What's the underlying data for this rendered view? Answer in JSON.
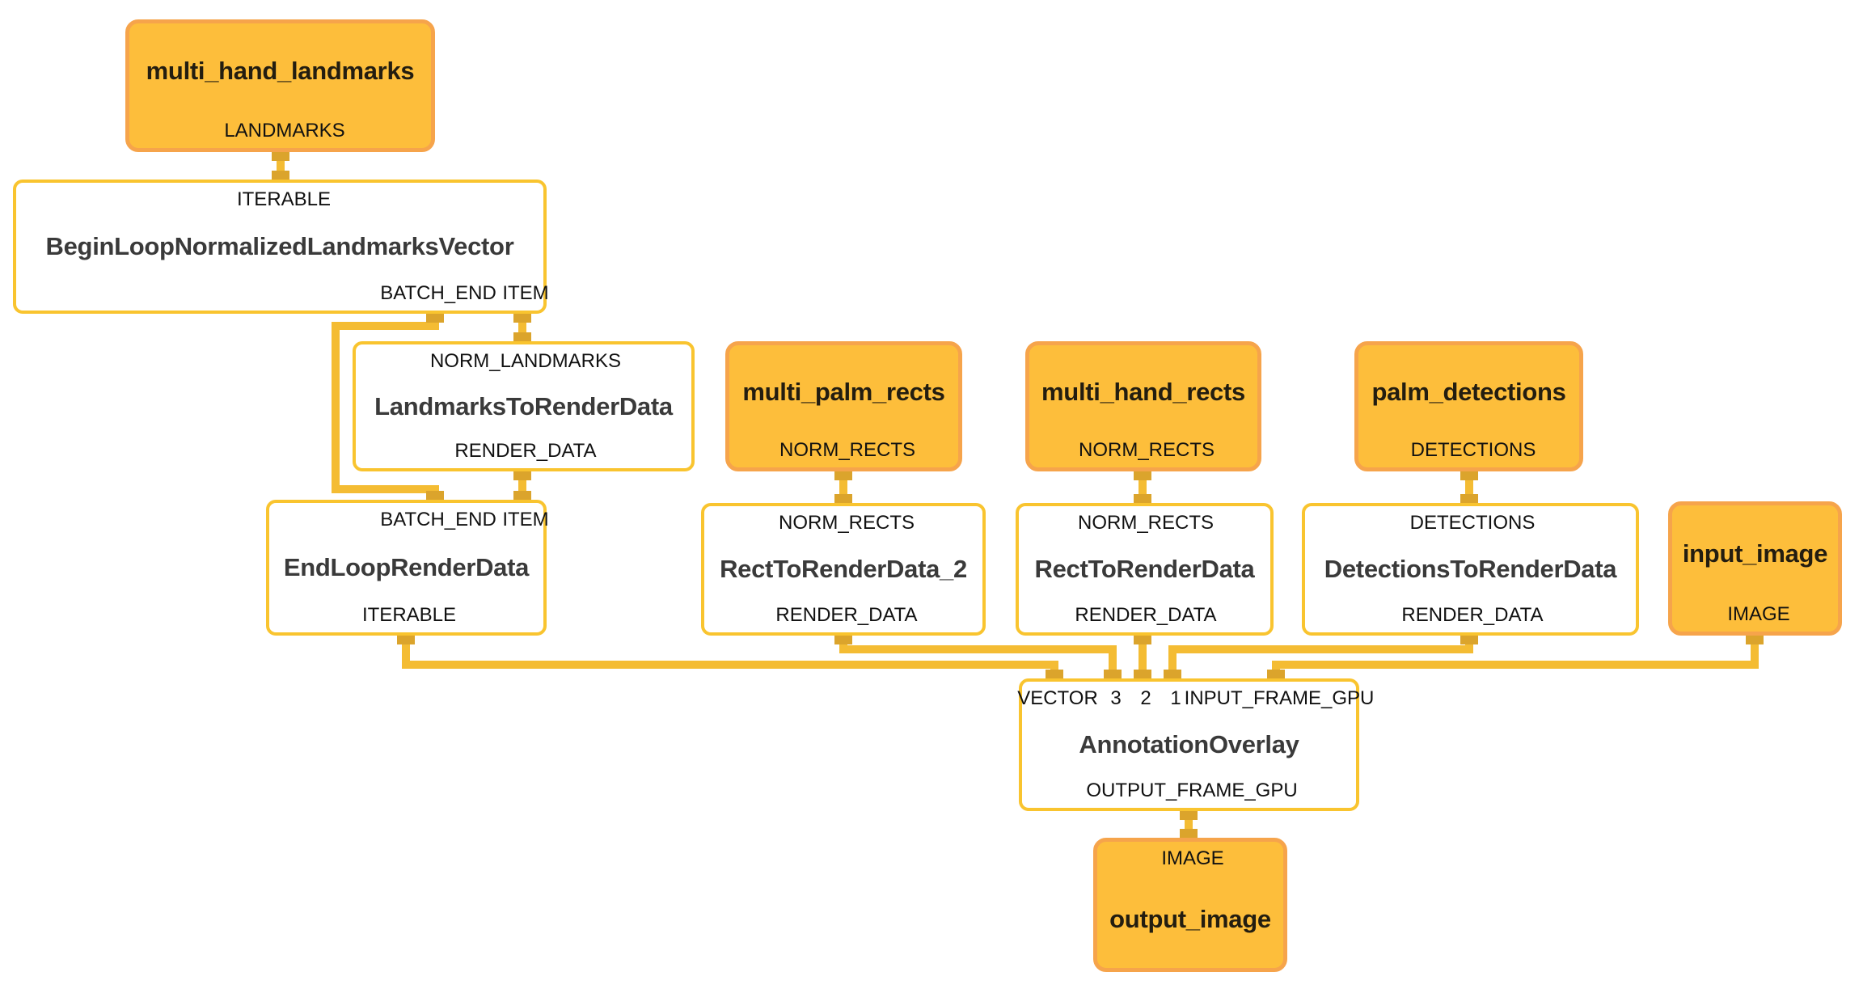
{
  "diagram": {
    "colors": {
      "background": "#ffffff",
      "stream_fill": "#FDBE3B",
      "stream_border": "#F6A44B",
      "calculator_fill": "#ffffff",
      "calculator_border": "#F9C42F",
      "edge": "#F4BC33",
      "port_square": "#DBA42C",
      "stream_title_text": "#231d10",
      "calculator_title_text": "#3a3a3a",
      "port_label_text": "#111111"
    },
    "nodes": [
      {
        "id": "multi_hand_landmarks",
        "kind": "stream",
        "title": "multi_hand_landmarks",
        "top_ports": [],
        "bottom_ports": [
          "LANDMARKS"
        ]
      },
      {
        "id": "begin_loop_normalized_landmarks_vector",
        "kind": "calculator",
        "title": "BeginLoopNormalizedLandmarksVector",
        "top_ports": [
          "ITERABLE"
        ],
        "bottom_ports": [
          "BATCH_END",
          "ITEM"
        ]
      },
      {
        "id": "landmarks_to_render_data",
        "kind": "calculator",
        "title": "LandmarksToRenderData",
        "top_ports": [
          "NORM_LANDMARKS"
        ],
        "bottom_ports": [
          "RENDER_DATA"
        ]
      },
      {
        "id": "end_loop_render_data",
        "kind": "calculator",
        "title": "EndLoopRenderData",
        "top_ports": [
          "BATCH_END",
          "ITEM"
        ],
        "bottom_ports": [
          "ITERABLE"
        ]
      },
      {
        "id": "multi_palm_rects",
        "kind": "stream",
        "title": "multi_palm_rects",
        "top_ports": [],
        "bottom_ports": [
          "NORM_RECTS"
        ]
      },
      {
        "id": "rect_to_render_data_2",
        "kind": "calculator",
        "title": "RectToRenderData_2",
        "top_ports": [
          "NORM_RECTS"
        ],
        "bottom_ports": [
          "RENDER_DATA"
        ]
      },
      {
        "id": "multi_hand_rects",
        "kind": "stream",
        "title": "multi_hand_rects",
        "top_ports": [],
        "bottom_ports": [
          "NORM_RECTS"
        ]
      },
      {
        "id": "rect_to_render_data",
        "kind": "calculator",
        "title": "RectToRenderData",
        "top_ports": [
          "NORM_RECTS"
        ],
        "bottom_ports": [
          "RENDER_DATA"
        ]
      },
      {
        "id": "palm_detections",
        "kind": "stream",
        "title": "palm_detections",
        "top_ports": [],
        "bottom_ports": [
          "DETECTIONS"
        ]
      },
      {
        "id": "detections_to_render_data",
        "kind": "calculator",
        "title": "DetectionsToRenderData",
        "top_ports": [
          "DETECTIONS"
        ],
        "bottom_ports": [
          "RENDER_DATA"
        ]
      },
      {
        "id": "input_image",
        "kind": "stream",
        "title": "input_image",
        "top_ports": [],
        "bottom_ports": [
          "IMAGE"
        ]
      },
      {
        "id": "annotation_overlay",
        "kind": "calculator",
        "title": "AnnotationOverlay",
        "top_ports": [
          "VECTOR",
          "3",
          "2",
          "1",
          "INPUT_FRAME_GPU"
        ],
        "bottom_ports": [
          "OUTPUT_FRAME_GPU"
        ]
      },
      {
        "id": "output_image",
        "kind": "stream",
        "title": "output_image",
        "top_ports": [
          "IMAGE"
        ],
        "bottom_ports": []
      }
    ],
    "edges": [
      {
        "from": "multi_hand_landmarks.LANDMARKS",
        "to": "begin_loop_normalized_landmarks_vector.ITERABLE"
      },
      {
        "from": "begin_loop_normalized_landmarks_vector.BATCH_END",
        "to": "end_loop_render_data.BATCH_END"
      },
      {
        "from": "begin_loop_normalized_landmarks_vector.ITEM",
        "to": "landmarks_to_render_data.NORM_LANDMARKS"
      },
      {
        "from": "landmarks_to_render_data.RENDER_DATA",
        "to": "end_loop_render_data.ITEM"
      },
      {
        "from": "multi_palm_rects.NORM_RECTS",
        "to": "rect_to_render_data_2.NORM_RECTS"
      },
      {
        "from": "multi_hand_rects.NORM_RECTS",
        "to": "rect_to_render_data.NORM_RECTS"
      },
      {
        "from": "palm_detections.DETECTIONS",
        "to": "detections_to_render_data.DETECTIONS"
      },
      {
        "from": "end_loop_render_data.ITERABLE",
        "to": "annotation_overlay.VECTOR"
      },
      {
        "from": "rect_to_render_data_2.RENDER_DATA",
        "to": "annotation_overlay.3"
      },
      {
        "from": "rect_to_render_data.RENDER_DATA",
        "to": "annotation_overlay.2"
      },
      {
        "from": "detections_to_render_data.RENDER_DATA",
        "to": "annotation_overlay.1"
      },
      {
        "from": "input_image.IMAGE",
        "to": "annotation_overlay.INPUT_FRAME_GPU"
      },
      {
        "from": "annotation_overlay.OUTPUT_FRAME_GPU",
        "to": "output_image.IMAGE"
      }
    ]
  }
}
